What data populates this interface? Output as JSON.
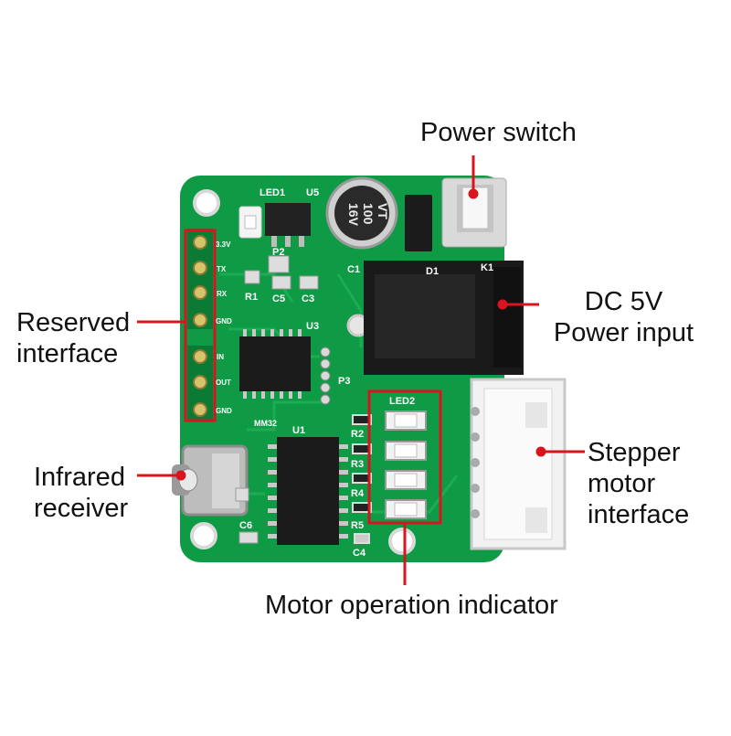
{
  "callouts": {
    "power_switch": "Power switch",
    "dc_input": [
      "DC 5V",
      "Power input"
    ],
    "reserved": [
      "Reserved",
      "interface"
    ],
    "infrared": [
      "Infrared",
      "receiver"
    ],
    "stepper": [
      "Stepper",
      "motor",
      "interface"
    ],
    "indicator": "Motor operation indicator"
  },
  "board": {
    "silkscreen": {
      "led1": "LED1",
      "u5": "U5",
      "cap_text1": "100",
      "cap_text2": "16V",
      "cap_text3": "VT",
      "p2": "P2",
      "c1": "C1",
      "d1": "D1",
      "k1": "K1",
      "r1": "R1",
      "c5": "C5",
      "c3": "C3",
      "u3": "U3",
      "p3": "P3",
      "pin_3v3": "3.3V",
      "pin_tx": "TX",
      "pin_rx": "RX",
      "pin_gnd1": "GND",
      "pin_in": "IN",
      "pin_out": "OUT",
      "pin_gnd2": "GND",
      "led2": "LED2",
      "r2": "R2",
      "r3": "R3",
      "r4": "R4",
      "r5": "R5",
      "c4": "C4",
      "u1": "U1",
      "c6": "C6",
      "mm32": "MM32"
    }
  },
  "colors": {
    "pcb": "#0f9a45",
    "pcb_dark": "#0a7a35",
    "callout_line": "#d8141e",
    "silk": "#ffffff",
    "connector": "#f2f2f2"
  }
}
